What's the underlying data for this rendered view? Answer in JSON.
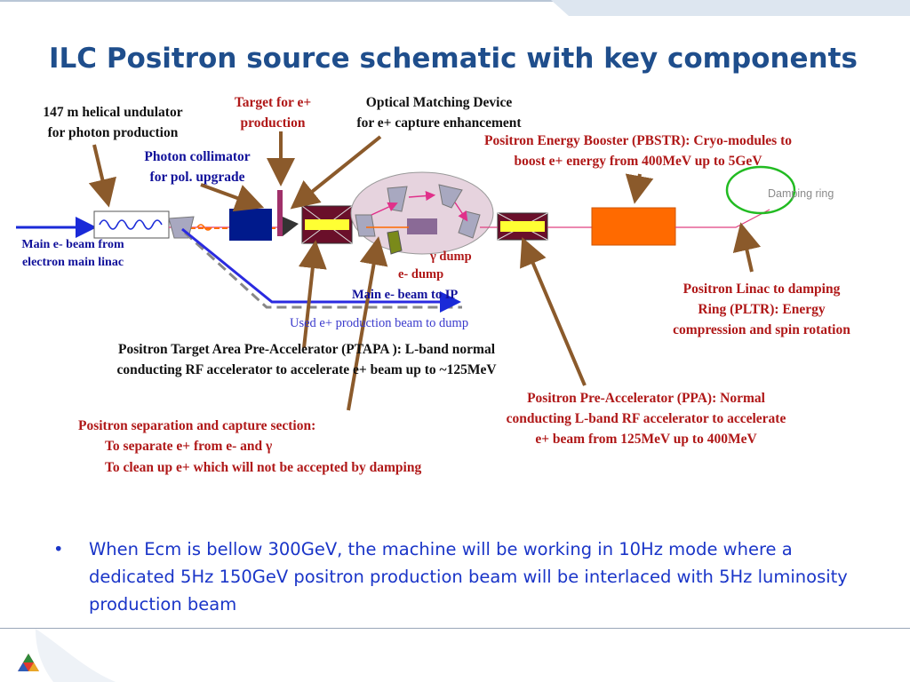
{
  "slide": {
    "title": "ILC Positron source schematic with key components",
    "labels": {
      "undulator": "147 m helical undulator\nfor photon production",
      "target": "Target for e+\nproduction",
      "omd": "Optical Matching Device\nfor e+ capture enhancement",
      "pbstr": "Positron Energy Booster (PBSTR): Cryo-modules to\nboost e+ energy from 400MeV up to 5GeV",
      "collimator": "Photon collimator\nfor pol. upgrade",
      "damping_ring": "Damping ring",
      "main_beam_in": "Main e- beam from\nelectron main linac",
      "gamma_dump": "γ dump",
      "e_dump": "e- dump",
      "main_beam_ip": "Main e- beam to IP",
      "used_beam": "Used e+ production beam to dump",
      "pltr": "Positron Linac to damping\nRing (PLTR): Energy\ncompression and spin rotation",
      "ptapa": "Positron Target Area Pre-Accelerator (PTAPA ): L-band normal\nconducting RF accelerator to accelerate e+ beam up to ~125MeV",
      "ppa": "Positron Pre-Accelerator (PPA): Normal\nconducting L-band RF accelerator to accelerate\ne+ beam from 125MeV up to 400MeV",
      "separation_title": "Positron separation and capture section:",
      "separation_line1": "To separate e+ from e- and γ",
      "separation_line2": "To clean up e+ which will not be accepted by damping"
    },
    "bullet": "When Ecm is bellow 300GeV, the machine will be working in 10Hz mode where a dedicated 5Hz 150GeV positron production beam will be interlaced with 5Hz luminosity production beam",
    "colors": {
      "title": "#1f4e8c",
      "label_red": "#b01818",
      "label_blue": "#10109a",
      "arrow": "#8b5a2b",
      "booster": "#ff6a00",
      "ring": "#22bb22"
    }
  }
}
